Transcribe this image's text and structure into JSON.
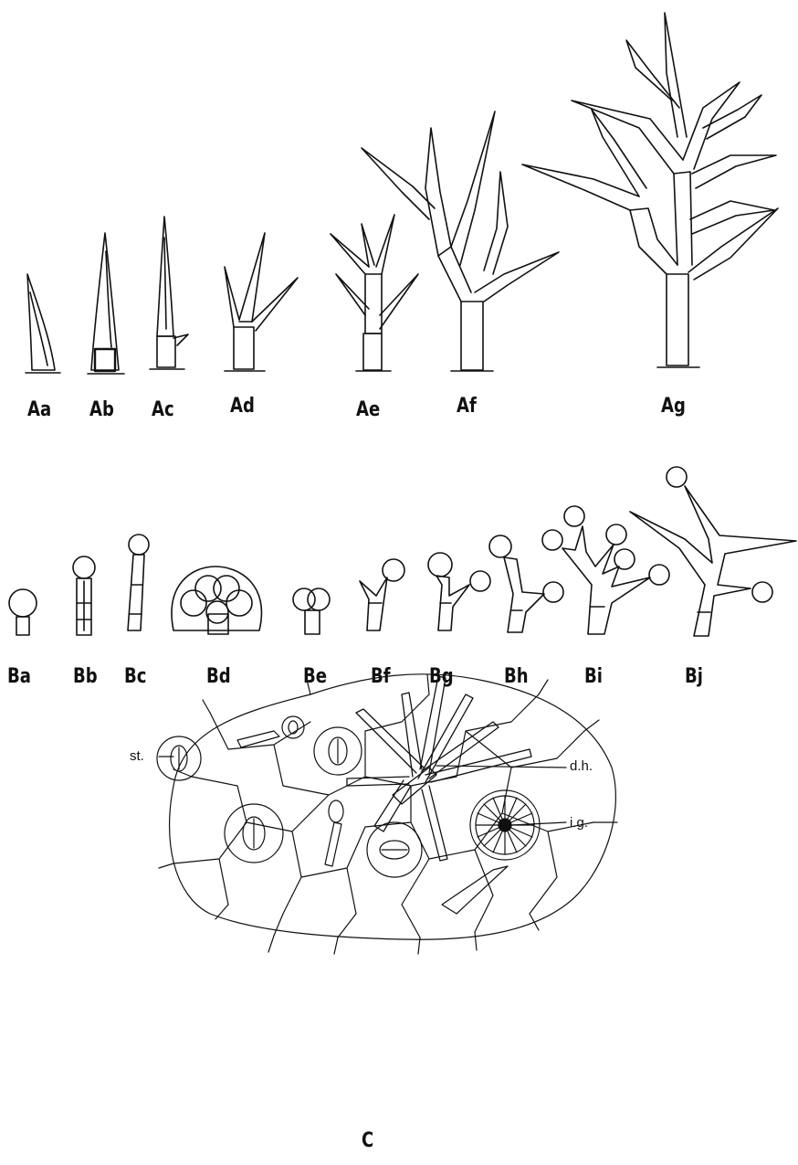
{
  "figure": {
    "row_a_labels": [
      "Aa",
      "Ab",
      "Ac",
      "Ad",
      "Ae",
      "Af",
      "Ag"
    ],
    "row_b_labels": [
      "Ba",
      "Bb",
      "Bc",
      "Bd",
      "Be",
      "Bf",
      "Bg",
      "Bh",
      "Bi",
      "Bj"
    ],
    "panel_c_label": "C",
    "annotations": {
      "stoma": "st.",
      "dendritic_hair": "d.h.",
      "internal_gland": "i.g."
    }
  },
  "colors": {
    "ink": "#111111",
    "paper": "#ffffff"
  }
}
